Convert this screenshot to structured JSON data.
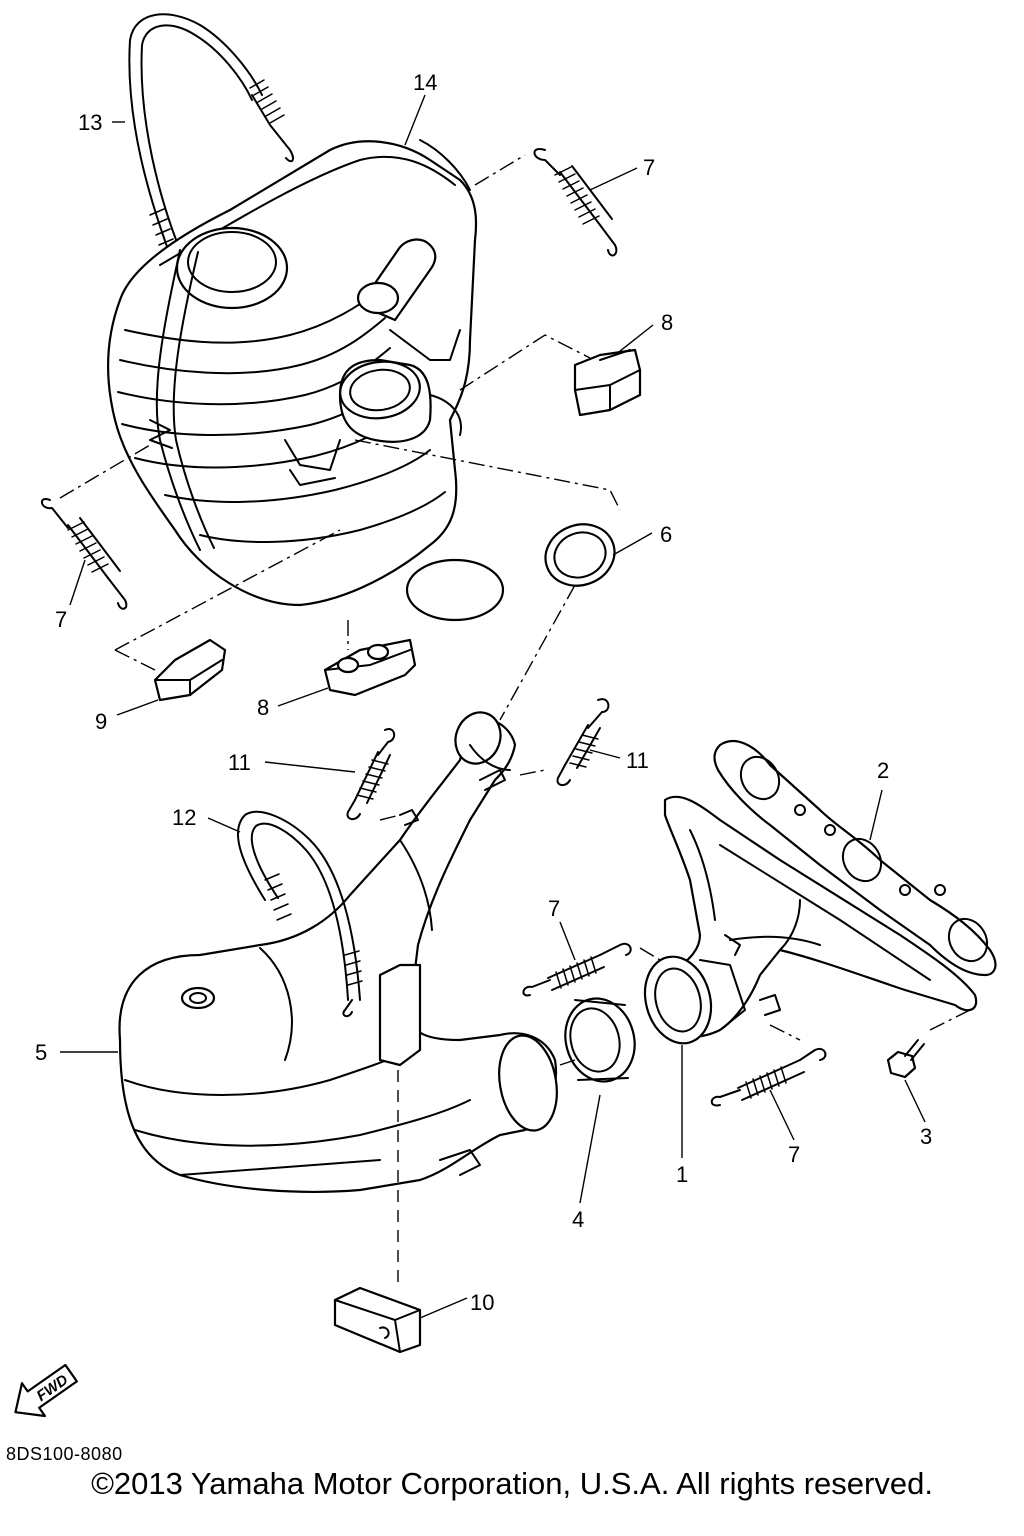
{
  "diagram": {
    "callouts": {
      "c1": "1",
      "c2": "2",
      "c3": "3",
      "c4": "4",
      "c5": "5",
      "c6": "6",
      "c7a": "7",
      "c7b": "7",
      "c7c": "7",
      "c7d": "7",
      "c8a": "8",
      "c8b": "8",
      "c9": "9",
      "c10": "10",
      "c11a": "11",
      "c11b": "11",
      "c12": "12",
      "c13": "13",
      "c14": "14"
    },
    "fwd_label": "FWD"
  },
  "footer": {
    "doc_code": "8DS100-8080",
    "copyright": "©2013 Yamaha Motor Corporation, U.S.A. All rights reserved."
  }
}
